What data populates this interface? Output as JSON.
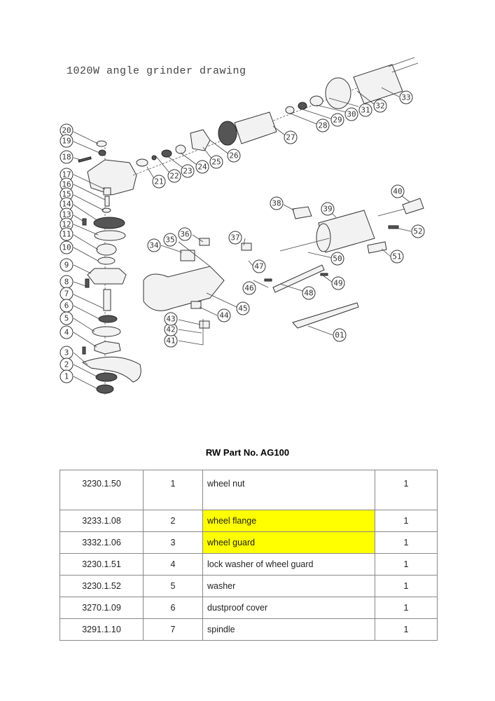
{
  "drawing": {
    "title": "1020W angle grinder drawing",
    "callouts": [
      "20",
      "19",
      "18",
      "17",
      "16",
      "15",
      "14",
      "13",
      "12",
      "11",
      "10",
      "9",
      "8",
      "7",
      "6",
      "5",
      "4",
      "3",
      "2",
      "1",
      "21",
      "22",
      "23",
      "24",
      "25",
      "26",
      "27",
      "28",
      "29",
      "30",
      "31",
      "32",
      "33",
      "34",
      "35",
      "36",
      "37",
      "38",
      "39",
      "40",
      "41",
      "42",
      "43",
      "44",
      "45",
      "46",
      "47",
      "48",
      "49",
      "50",
      "51",
      "52",
      "01"
    ]
  },
  "table": {
    "title": "RW Part No. AG100",
    "highlight_color": "#ffff00",
    "rows": [
      {
        "code": "3230.1.50",
        "no": "1",
        "desc": "wheel nut",
        "qty": "1",
        "highlight": false
      },
      {
        "code": "3233.1.08",
        "no": "2",
        "desc": "wheel flange",
        "qty": "1",
        "highlight": true
      },
      {
        "code": "3332.1.06",
        "no": "3",
        "desc": "wheel guard",
        "qty": "1",
        "highlight": true
      },
      {
        "code": "3230.1.51",
        "no": "4",
        "desc": "lock washer of wheel guard",
        "qty": "1",
        "highlight": false
      },
      {
        "code": "3230.1.52",
        "no": "5",
        "desc": "washer",
        "qty": "1",
        "highlight": false
      },
      {
        "code": "3270.1.09",
        "no": "6",
        "desc": "dustproof cover",
        "qty": "1",
        "highlight": false
      },
      {
        "code": "3291.1.10",
        "no": "7",
        "desc": "spindle",
        "qty": "1",
        "highlight": false
      }
    ]
  }
}
